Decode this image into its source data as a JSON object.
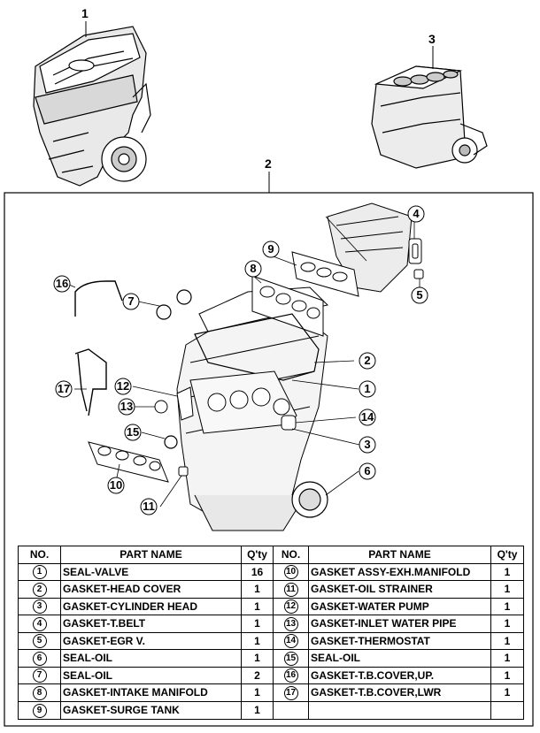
{
  "labels": {
    "engine_assy": "1",
    "gasket_kit": "2",
    "block": "3"
  },
  "callouts": {
    "c1": "1",
    "c2": "2",
    "c3": "3",
    "c4": "4",
    "c5": "5",
    "c6": "6",
    "c7": "7",
    "c8": "8",
    "c9": "9",
    "c10": "10",
    "c11": "11",
    "c12": "12",
    "c13": "13",
    "c14": "14",
    "c15": "15",
    "c16": "16",
    "c17": "17"
  },
  "table": {
    "headers": {
      "no": "NO.",
      "part_name": "PART NAME",
      "qty": "Q'ty"
    },
    "rows": [
      {
        "l_no": "1",
        "l_name": "SEAL-VALVE",
        "l_qty": "16",
        "r_no": "10",
        "r_name": "GASKET ASSY-EXH.MANIFOLD",
        "r_qty": "1"
      },
      {
        "l_no": "2",
        "l_name": "GASKET-HEAD COVER",
        "l_qty": "1",
        "r_no": "11",
        "r_name": "GASKET-OIL STRAINER",
        "r_qty": "1"
      },
      {
        "l_no": "3",
        "l_name": "GASKET-CYLINDER HEAD",
        "l_qty": "1",
        "r_no": "12",
        "r_name": "GASKET-WATER PUMP",
        "r_qty": "1"
      },
      {
        "l_no": "4",
        "l_name": "GASKET-T.BELT",
        "l_qty": "1",
        "r_no": "13",
        "r_name": "GASKET-INLET WATER PIPE",
        "r_qty": "1"
      },
      {
        "l_no": "5",
        "l_name": "GASKET-EGR V.",
        "l_qty": "1",
        "r_no": "14",
        "r_name": "GASKET-THERMOSTAT",
        "r_qty": "1"
      },
      {
        "l_no": "6",
        "l_name": "SEAL-OIL",
        "l_qty": "1",
        "r_no": "15",
        "r_name": "SEAL-OIL",
        "r_qty": "1"
      },
      {
        "l_no": "7",
        "l_name": "SEAL-OIL",
        "l_qty": "2",
        "r_no": "16",
        "r_name": "GASKET-T.B.COVER,UP.",
        "r_qty": "1"
      },
      {
        "l_no": "8",
        "l_name": "GASKET-INTAKE MANIFOLD",
        "l_qty": "1",
        "r_no": "17",
        "r_name": "GASKET-T.B.COVER,LWR",
        "r_qty": "1"
      },
      {
        "l_no": "9",
        "l_name": "GASKET-SURGE TANK",
        "l_qty": "1",
        "r_no": "",
        "r_name": "",
        "r_qty": ""
      }
    ]
  }
}
